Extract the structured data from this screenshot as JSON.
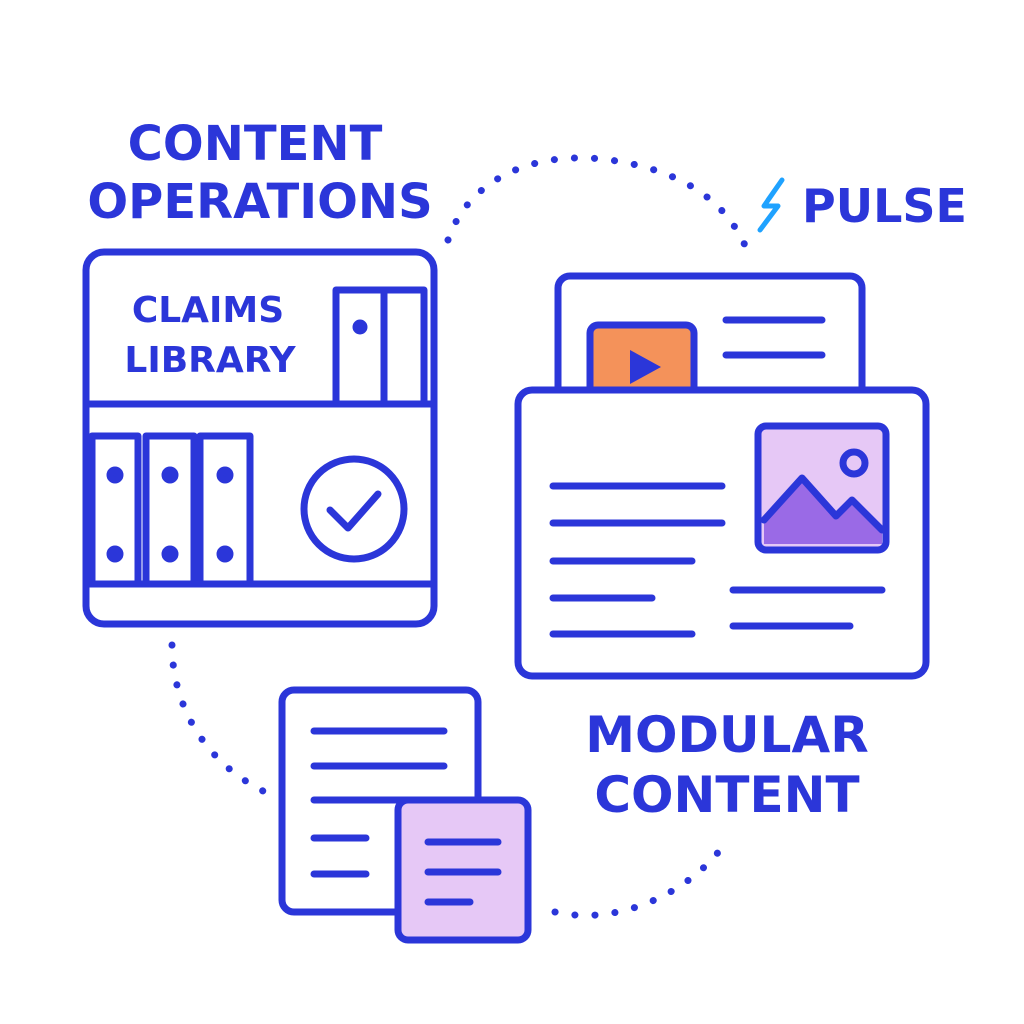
{
  "title": {
    "line1": "CONTENT",
    "line2": "OPERATIONS"
  },
  "claims_library": {
    "line1": "CLAIMS",
    "line2": "LIBRARY"
  },
  "pulse": {
    "label": "PULSE"
  },
  "modular_content": {
    "line1": "MODULAR",
    "line2": "CONTENT"
  },
  "icons": {
    "library": "bookshelf-icon",
    "approved": "checkmark-circle-icon",
    "pulse": "lightning-icon",
    "video": "play-video-icon",
    "image": "mountain-image-icon",
    "modules": "stacked-documents-icon"
  },
  "colors": {
    "primary": "#2b36d9",
    "accent_cyan": "#1fa2ff",
    "video_fill": "#f4925a",
    "image_fill": "#e6c8f6",
    "mountain_fill": "#9a6ae6",
    "module_fill": "#e6c8f6"
  }
}
